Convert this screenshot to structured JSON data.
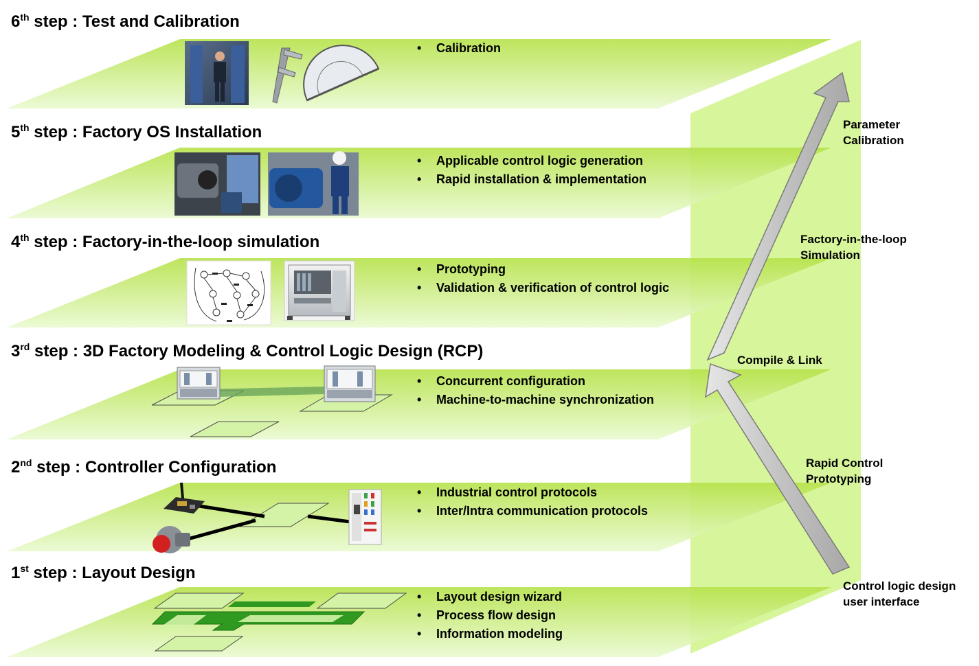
{
  "steps": [
    {
      "ordinal_number": "6",
      "ordinal_suffix": "th",
      "title_rest": " step : Test and Calibration",
      "bullets": [
        "Calibration"
      ]
    },
    {
      "ordinal_number": "5",
      "ordinal_suffix": "th",
      "title_rest": " step : Factory OS Installation",
      "bullets": [
        "Applicable control logic generation",
        "Rapid installation & implementation"
      ]
    },
    {
      "ordinal_number": "4",
      "ordinal_suffix": "th",
      "title_rest": " step : Factory-in-the-loop simulation",
      "bullets": [
        "Prototyping",
        "Validation & verification of control logic"
      ]
    },
    {
      "ordinal_number": "3",
      "ordinal_suffix": "rd",
      "title_rest": " step : 3D Factory Modeling & Control Logic Design (RCP)",
      "bullets": [
        "Concurrent configuration",
        "Machine-to-machine synchronization"
      ]
    },
    {
      "ordinal_number": "2",
      "ordinal_suffix": "nd",
      "title_rest": " step : Controller Configuration",
      "bullets": [
        "Industrial control protocols",
        "Inter/Intra communication protocols"
      ]
    },
    {
      "ordinal_number": "1",
      "ordinal_suffix": "st",
      "title_rest": " step : Layout Design",
      "bullets": [
        "Layout design wizard",
        "Process flow design",
        "Information modeling"
      ]
    }
  ],
  "arrow_labels": {
    "parameter_calibration": "Parameter\nCalibration",
    "factory_in_the_loop": "Factory-in-the-loop\nSimulation",
    "compile_link": "Compile & Link",
    "rapid_control": "Rapid Control\nPrototyping",
    "control_logic_ui": "Control logic design\nuser interface"
  },
  "colors": {
    "layer_top": "#b6e24a",
    "layer_bottom": "#e9fad0",
    "vertical_panel": "#c9f27a",
    "arrow_fill": "#c4c4c4",
    "arrow_stroke": "#7a7a7a",
    "schema_dark": "#2f9a1f",
    "schema_light": "#d4f3a6"
  },
  "images": {
    "step6": [
      "technician-at-test-rig-photo",
      "caliper-icon",
      "protractor-icon"
    ],
    "step5": [
      "motor-coupling-photo",
      "engineer-at-motor-photo"
    ],
    "step4": [
      "petri-net-diagram",
      "simulator-cabinet-photo"
    ],
    "step3": [
      "factory-machine-model",
      "factory-machine-model"
    ],
    "step2": [
      "wireless-controller-board",
      "emergency-button-icon",
      "plc-io-module-photo"
    ],
    "step1": [
      "layout-blocks-schema"
    ]
  }
}
